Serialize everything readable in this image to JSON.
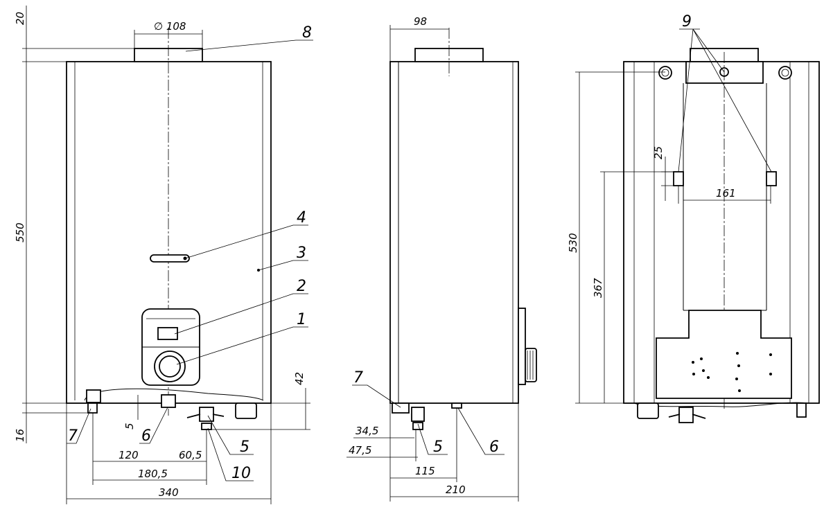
{
  "front_view": {
    "dims": {
      "top_offset": "20",
      "flue_diameter": "∅ 108",
      "height": "550",
      "bottom_offset": "16",
      "fitting_gap": "5",
      "dim_120": "120",
      "dim_60_5": "60,5",
      "dim_180_5": "180,5",
      "width": "340",
      "dim_42": "42"
    },
    "callouts": {
      "c1": "1",
      "c2": "2",
      "c3": "3",
      "c4": "4",
      "c5": "5",
      "c6": "6",
      "c7": "7",
      "c8": "8",
      "c10": "10"
    }
  },
  "side_view": {
    "dims": {
      "flue_offset": "98",
      "dim_34_5": "34,5",
      "dim_47_5": "47,5",
      "dim_115": "115",
      "depth": "210"
    },
    "callouts": {
      "c5": "5",
      "c6": "6",
      "c7": "7"
    }
  },
  "rear_view": {
    "dims": {
      "mount_height": "530",
      "hook_height": "367",
      "hook_spacing": "161",
      "hook_size": "25"
    },
    "callouts": {
      "c9": "9"
    }
  }
}
